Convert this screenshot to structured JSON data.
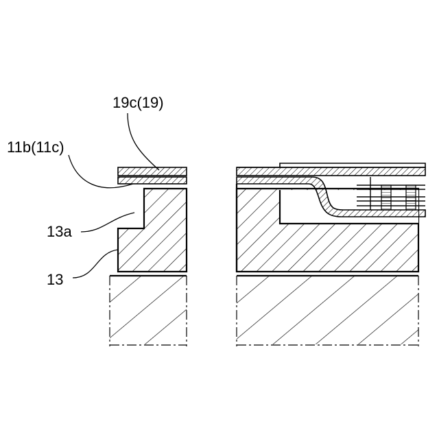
{
  "figure": {
    "labels": {
      "layer_19c": "19c(19)",
      "layer_11b": "11b(11c)",
      "step_13a": "13a",
      "base_13": "13"
    }
  }
}
